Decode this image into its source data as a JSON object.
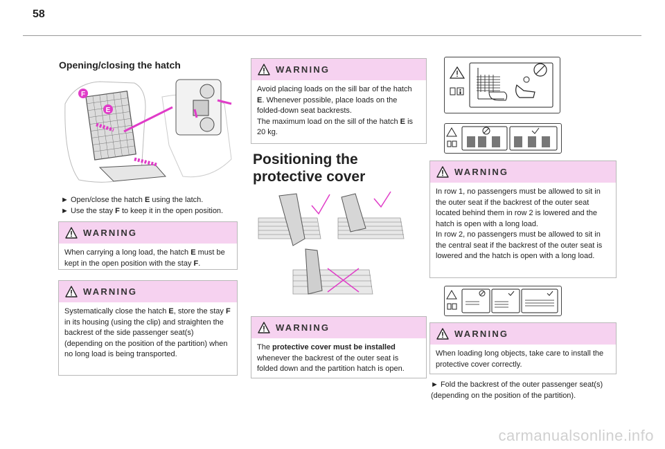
{
  "page": {
    "number": "58"
  },
  "col1": {
    "heading": "Opening/closing the hatch",
    "bullets": [
      {
        "pre": "Open/close the hatch ",
        "bold": "E",
        "post": " using the latch."
      },
      {
        "pre": "Use the stay ",
        "bold": "F",
        "post": " to keep it in the open position."
      }
    ],
    "warn1": {
      "title": "WARNING",
      "parts": [
        "When carrying a long load, the hatch ",
        "E",
        " must be kept in the open position with the stay ",
        "F",
        "."
      ]
    },
    "warn2": {
      "title": "WARNING",
      "parts": [
        "Systematically close the hatch ",
        "E",
        ", store the stay ",
        "F",
        " in its housing (using the clip) and straighten the backrest of the side passenger seat(s) (depending on the position of the partition) when no long load is being transported."
      ]
    },
    "fig_labels": {
      "f": "F",
      "e": "E"
    }
  },
  "col2": {
    "warn1": {
      "title": "WARNING",
      "parts": [
        "Avoid placing loads on the sill bar of the hatch ",
        "E",
        ". Whenever possible, place loads on the folded-down seat backrests."
      ],
      "parts2": [
        "The maximum load on the sill of the hatch ",
        "E",
        " is 20 kg."
      ]
    },
    "heading": "Positioning the protective cover",
    "warn2": {
      "title": "WARNING",
      "pre": "The ",
      "bold": "protective cover must be installed",
      "post": " whenever the backrest of the outer seat is folded down and the partition hatch is open."
    }
  },
  "col3": {
    "warn1": {
      "title": "WARNING",
      "para1": "In row 1, no passengers must be allowed to sit in the outer seat if the backrest of the outer seat located behind them in row 2 is lowered and the hatch is open with a long load.",
      "para2": "In row 2, no passengers must be allowed to sit in the central seat if the backrest of the outer seat is lowered and the hatch is open with a long load."
    },
    "warn2": {
      "title": "WARNING",
      "body": "When loading long objects, take care to install the protective cover correctly."
    },
    "bullet": "Fold the backrest of the outer passenger seat(s) (depending on the position of the partition)."
  },
  "bullet_glyph": "►",
  "watermark": "carmanualsonline.info",
  "colors": {
    "warning_header": "#f6d2f0",
    "accent_magenta": "#e03cc8"
  }
}
